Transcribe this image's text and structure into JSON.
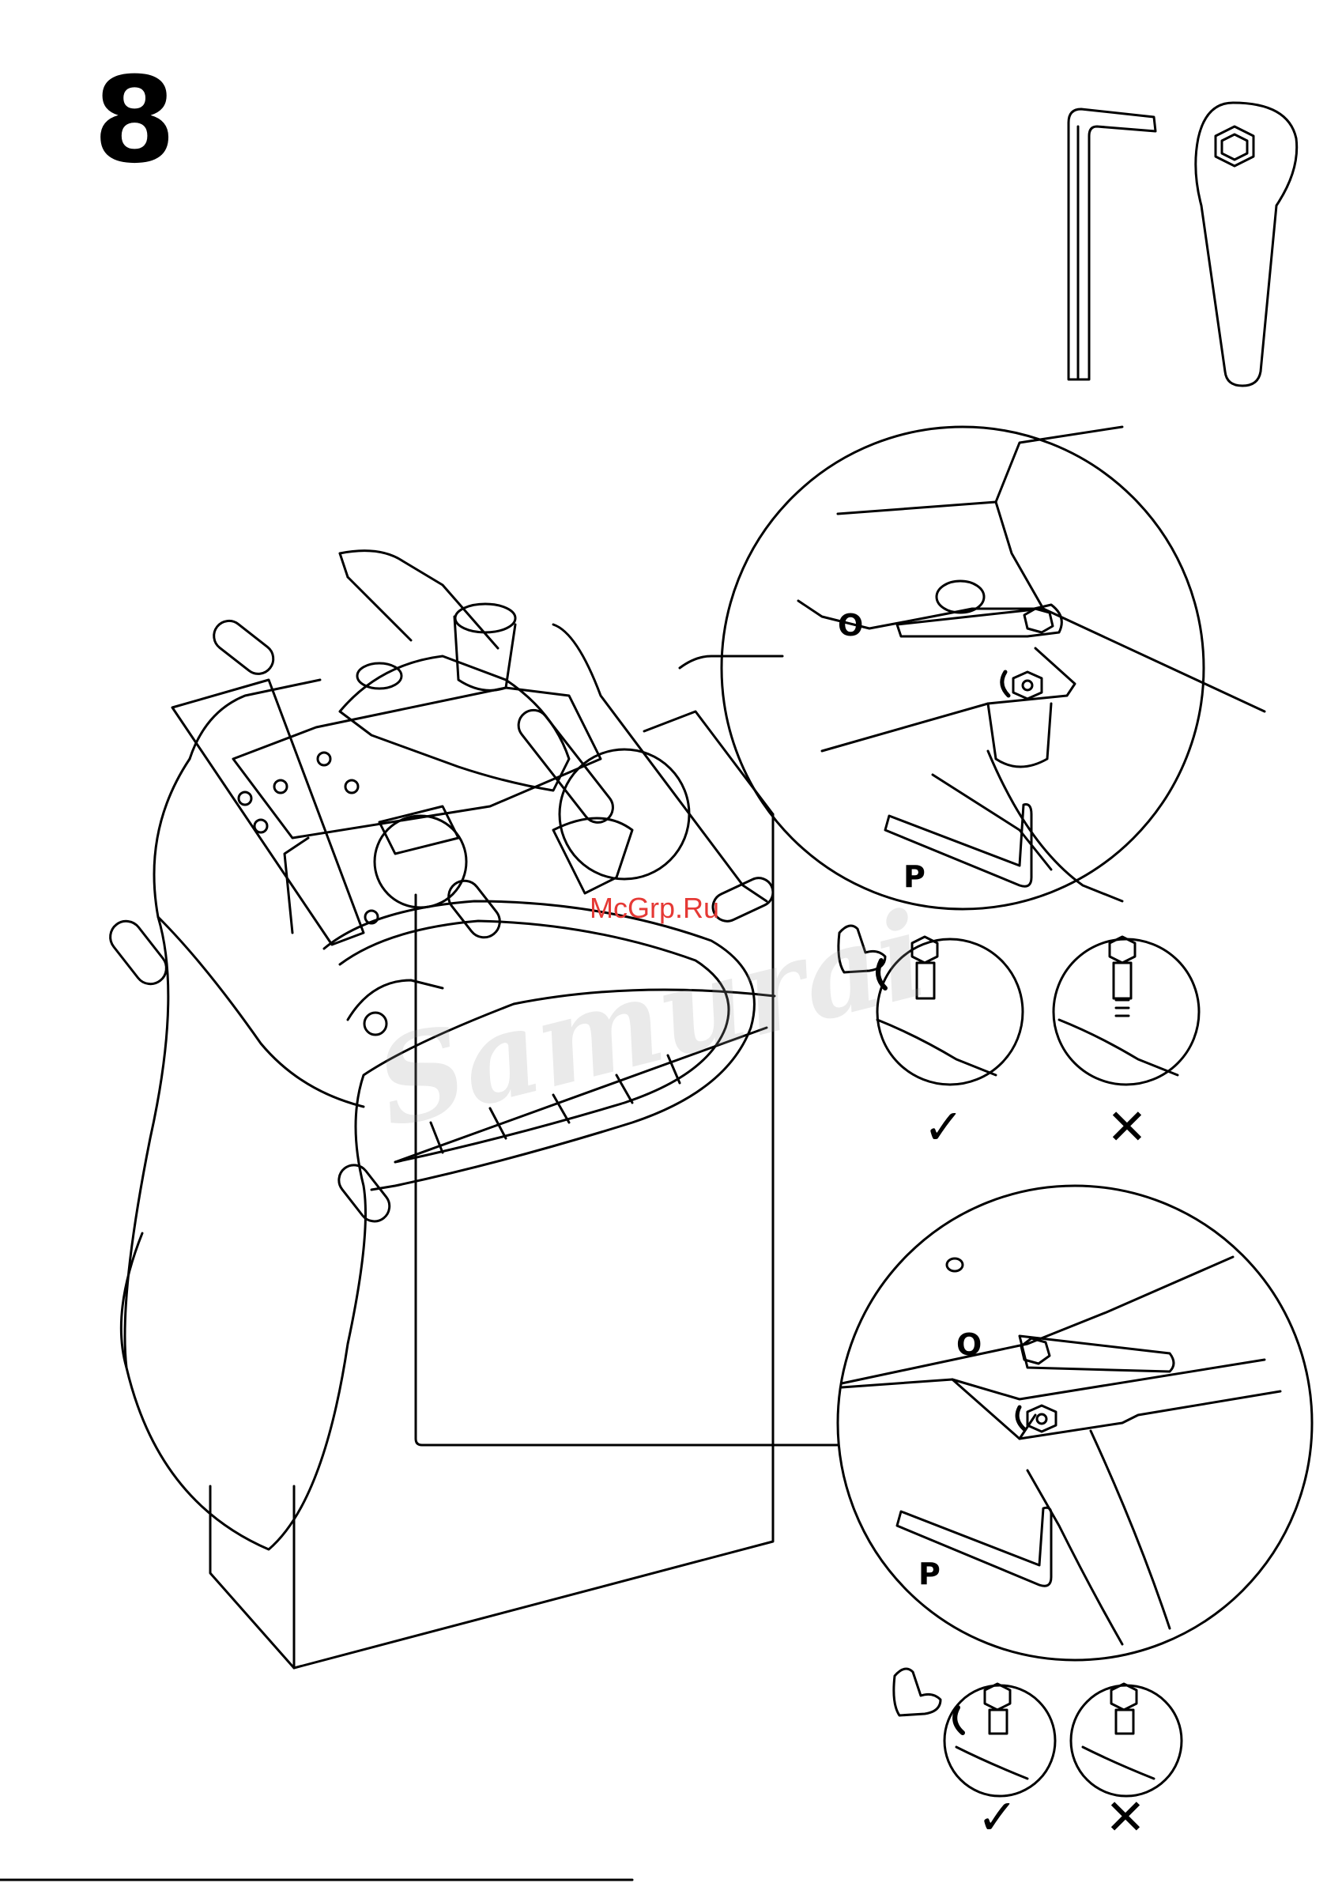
{
  "step": {
    "number": "8"
  },
  "watermark": {
    "site": "McGrp.Ru",
    "brand": "Samurai"
  },
  "callout_top": {
    "label_o": "O",
    "label_p": "P",
    "ok_mark": "✓",
    "bad_mark": "✕"
  },
  "callout_bottom": {
    "label_o": "O",
    "label_p": "P",
    "ok_mark": "✓",
    "bad_mark": "✕"
  },
  "tools": [
    "allen-key-icon",
    "spanner-wrench-icon"
  ],
  "icons": [
    "arm-strength-icon",
    "rotate-arrow-icon",
    "checkmark-icon",
    "cross-icon"
  ]
}
